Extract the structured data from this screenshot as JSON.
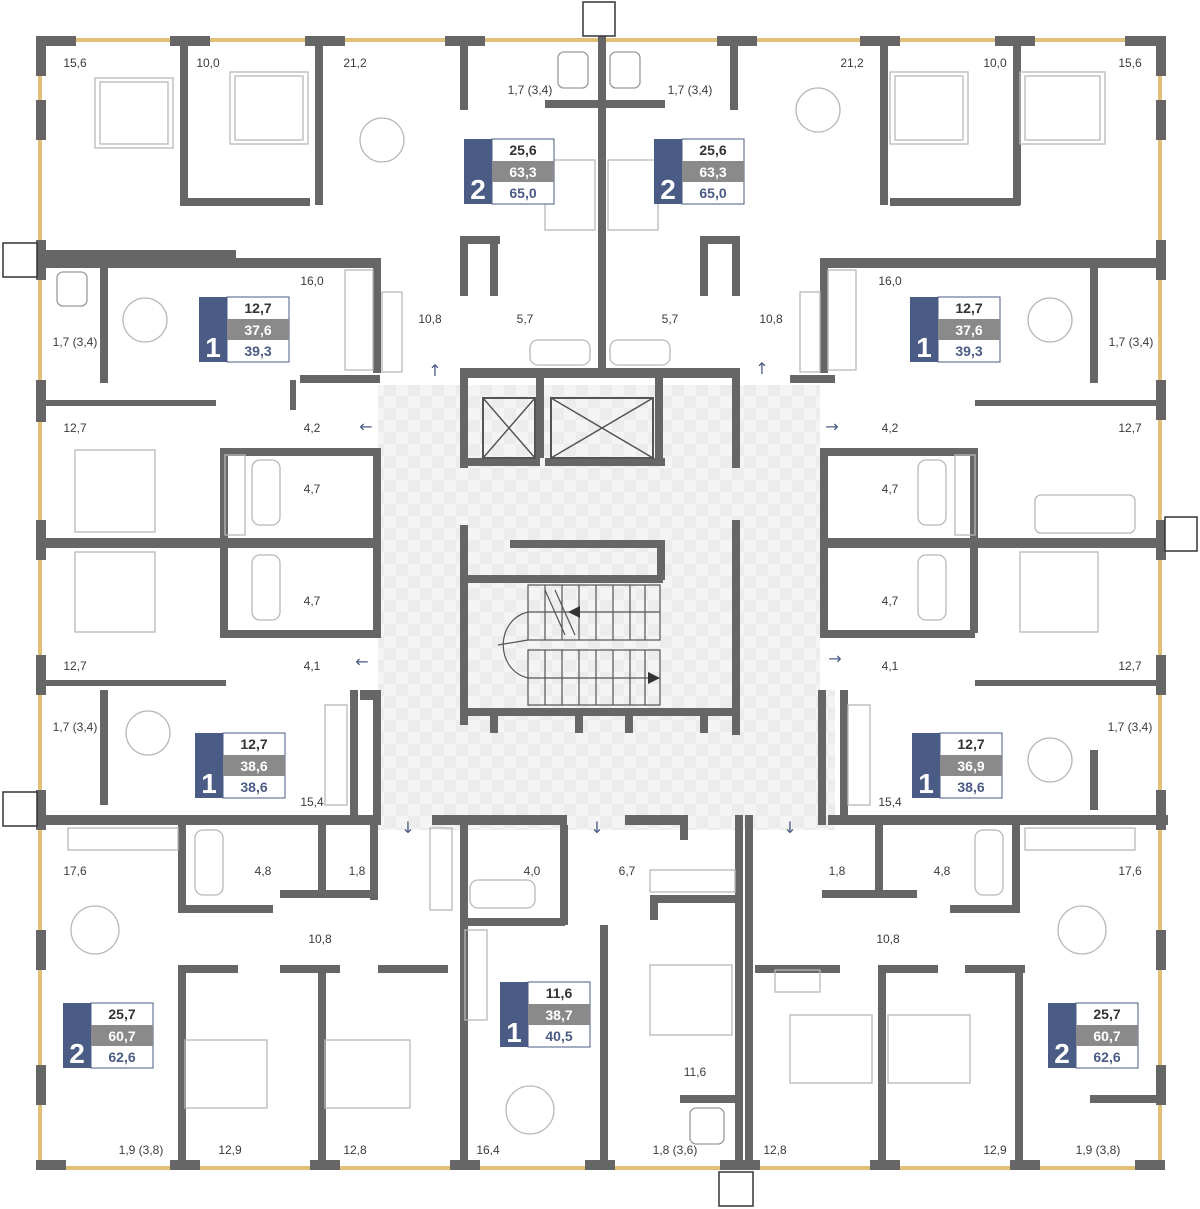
{
  "colors": {
    "wall": "#666666",
    "glazing": "#e3c07a",
    "card_accent": "#4a5b85",
    "card_grey": "#8a8a8a",
    "core_floor": "#eeeeee"
  },
  "room_labels": [
    {
      "id": "r1",
      "text": "15,6"
    },
    {
      "id": "r2",
      "text": "10,0"
    },
    {
      "id": "r3",
      "text": "21,2"
    },
    {
      "id": "r4",
      "text": "1,7 (3,4)"
    },
    {
      "id": "r5",
      "text": "1,7 (3,4)"
    },
    {
      "id": "r6",
      "text": "21,2"
    },
    {
      "id": "r7",
      "text": "10,0"
    },
    {
      "id": "r8",
      "text": "15,6"
    },
    {
      "id": "r9",
      "text": "16,0"
    },
    {
      "id": "r10",
      "text": "1,7 (3,4)"
    },
    {
      "id": "r11",
      "text": "10,8"
    },
    {
      "id": "r12",
      "text": "5,7"
    },
    {
      "id": "r13",
      "text": "5,7"
    },
    {
      "id": "r14",
      "text": "10,8"
    },
    {
      "id": "r15",
      "text": "16,0"
    },
    {
      "id": "r16",
      "text": "1,7 (3,4)"
    },
    {
      "id": "r17",
      "text": "12,7"
    },
    {
      "id": "r18",
      "text": "4,2"
    },
    {
      "id": "r19",
      "text": "4,2"
    },
    {
      "id": "r20",
      "text": "12,7"
    },
    {
      "id": "r21",
      "text": "4,7"
    },
    {
      "id": "r22",
      "text": "4,7"
    },
    {
      "id": "r23",
      "text": "4,7"
    },
    {
      "id": "r24",
      "text": "4,7"
    },
    {
      "id": "r25",
      "text": "12,7"
    },
    {
      "id": "r26",
      "text": "4,1"
    },
    {
      "id": "r27",
      "text": "4,1"
    },
    {
      "id": "r28",
      "text": "12,7"
    },
    {
      "id": "r29",
      "text": "1,7 (3,4)"
    },
    {
      "id": "r30",
      "text": "1,7 (3,4)"
    },
    {
      "id": "r31",
      "text": "15,4"
    },
    {
      "id": "r32",
      "text": "15,4"
    },
    {
      "id": "r33",
      "text": "17,6"
    },
    {
      "id": "r34",
      "text": "4,8"
    },
    {
      "id": "r35",
      "text": "1,8"
    },
    {
      "id": "r36",
      "text": "4,0"
    },
    {
      "id": "r37",
      "text": "6,7"
    },
    {
      "id": "r38",
      "text": "1,8"
    },
    {
      "id": "r39",
      "text": "4,8"
    },
    {
      "id": "r40",
      "text": "17,6"
    },
    {
      "id": "r41",
      "text": "10,8"
    },
    {
      "id": "r42",
      "text": "10,8"
    },
    {
      "id": "r43",
      "text": "11,6"
    },
    {
      "id": "r44",
      "text": "1,9 (3,8)"
    },
    {
      "id": "r45",
      "text": "12,9"
    },
    {
      "id": "r46",
      "text": "12,8"
    },
    {
      "id": "r47",
      "text": "16,4"
    },
    {
      "id": "r48",
      "text": "1,8 (3,6)"
    },
    {
      "id": "r49",
      "text": "12,8"
    },
    {
      "id": "r50",
      "text": "12,9"
    },
    {
      "id": "r51",
      "text": "1,9 (3,8)"
    }
  ],
  "apartments": [
    {
      "rooms": "2",
      "living": "25,6",
      "area": "63,3",
      "total": "65,0"
    },
    {
      "rooms": "2",
      "living": "25,6",
      "area": "63,3",
      "total": "65,0"
    },
    {
      "rooms": "1",
      "living": "12,7",
      "area": "37,6",
      "total": "39,3"
    },
    {
      "rooms": "1",
      "living": "12,7",
      "area": "37,6",
      "total": "39,3"
    },
    {
      "rooms": "1",
      "living": "12,7",
      "area": "38,6",
      "total": "38,6"
    },
    {
      "rooms": "1",
      "living": "12,7",
      "area": "36,9",
      "total": "38,6"
    },
    {
      "rooms": "2",
      "living": "25,7",
      "area": "60,7",
      "total": "62,6"
    },
    {
      "rooms": "1",
      "living": "11,6",
      "area": "38,7",
      "total": "40,5"
    },
    {
      "rooms": "2",
      "living": "25,7",
      "area": "60,7",
      "total": "62,6"
    }
  ],
  "entry_arrows": [
    {
      "id": "a1",
      "dir": "up"
    },
    {
      "id": "a2",
      "dir": "up"
    },
    {
      "id": "a3",
      "dir": "left"
    },
    {
      "id": "a4",
      "dir": "right"
    },
    {
      "id": "a5",
      "dir": "left"
    },
    {
      "id": "a6",
      "dir": "right"
    },
    {
      "id": "a7",
      "dir": "down"
    },
    {
      "id": "a8",
      "dir": "down"
    },
    {
      "id": "a9",
      "dir": "down"
    }
  ]
}
